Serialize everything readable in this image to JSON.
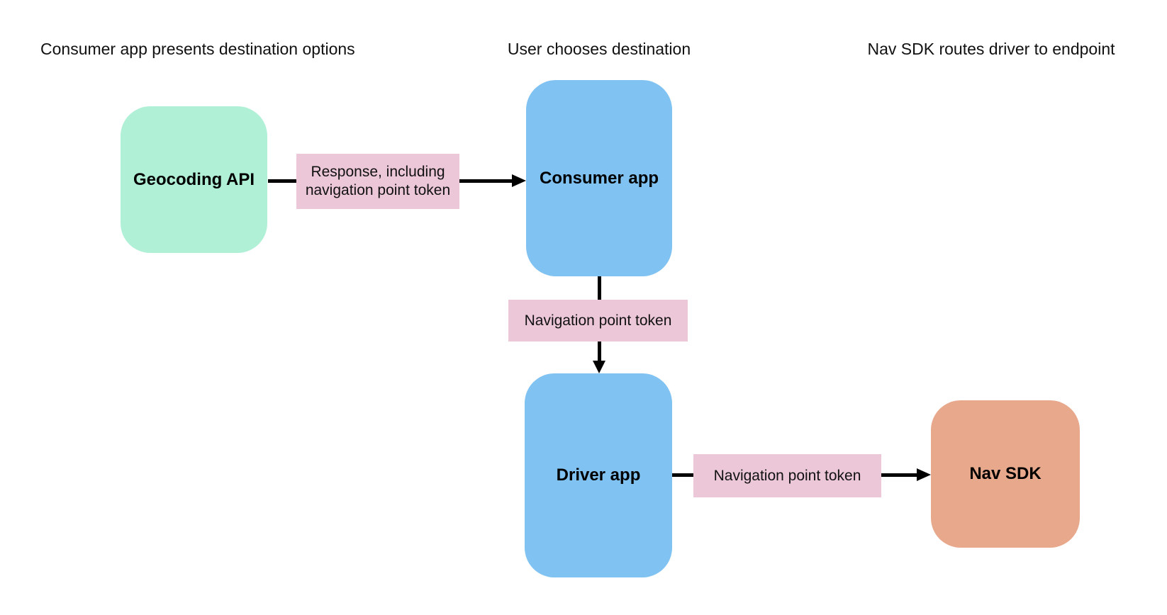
{
  "diagram": {
    "background_color": "#ffffff",
    "line_color": "#000000",
    "columns": [
      {
        "label": "Consumer app presents destination options"
      },
      {
        "label": "User chooses destination"
      },
      {
        "label": "Nav SDK routes driver to endpoint"
      }
    ],
    "nodes": [
      {
        "id": "geocoding-api",
        "label": "Geocoding API",
        "color": "#b0f0d7"
      },
      {
        "id": "consumer-app",
        "label": "Consumer app",
        "color": "#80c2f1"
      },
      {
        "id": "driver-app",
        "label": "Driver app",
        "color": "#80c2f1"
      },
      {
        "id": "nav-sdk",
        "label": "Nav SDK",
        "color": "#e8a88c"
      }
    ],
    "edges": [
      {
        "from": "geocoding-api",
        "to": "consumer-app",
        "label": "Response, including navigation point token",
        "label_color": "#ecc7d8"
      },
      {
        "from": "consumer-app",
        "to": "driver-app",
        "label": "Navigation point token",
        "label_color": "#ecc7d8"
      },
      {
        "from": "driver-app",
        "to": "nav-sdk",
        "label": "Navigation point token",
        "label_color": "#ecc7d8"
      }
    ]
  }
}
